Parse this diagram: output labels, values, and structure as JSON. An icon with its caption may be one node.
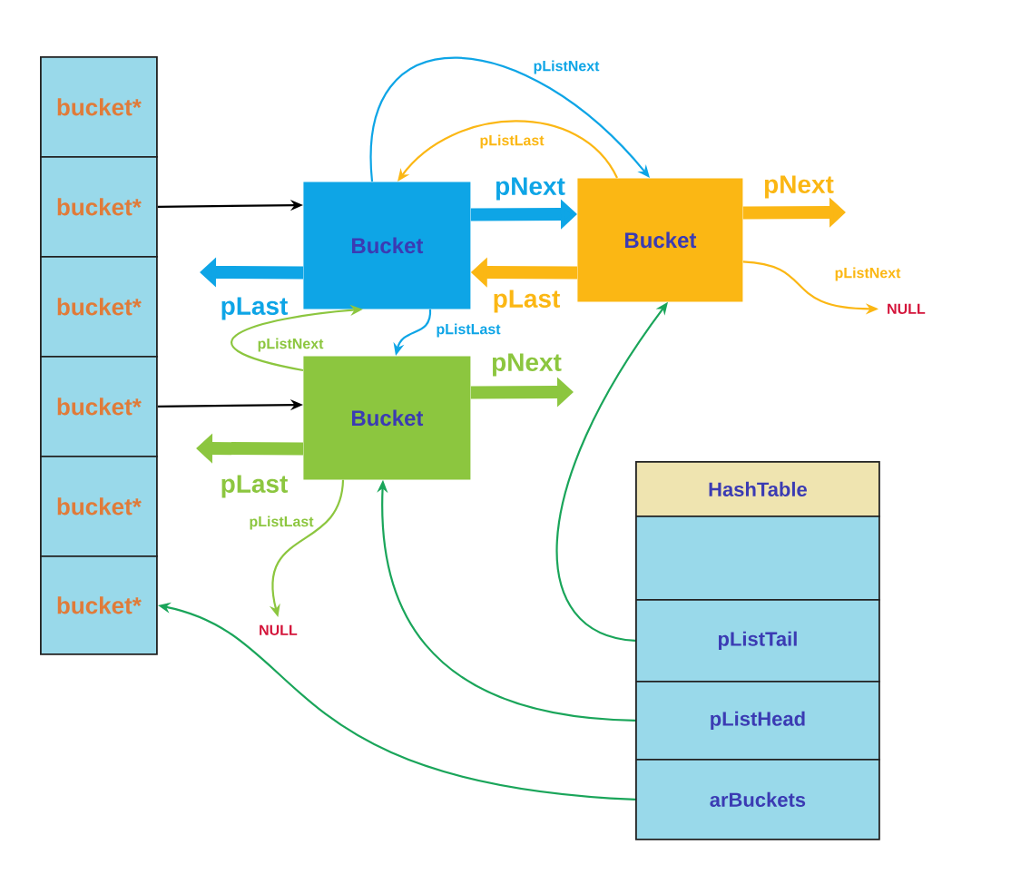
{
  "diagram": {
    "nodes": [
      {
        "text": [
          "bucket*"
        ]
      },
      {
        "text": [
          "bucket*"
        ]
      },
      {
        "text": [
          "bucket*"
        ]
      },
      {
        "text": [
          "bucket*"
        ]
      },
      {
        "text": [
          "bucket*"
        ]
      },
      {
        "text": [
          "bucket*"
        ]
      },
      {
        "text": [
          "Bucket"
        ]
      },
      {
        "text": [
          "Bucket"
        ]
      },
      {
        "text": [
          "Bucket"
        ]
      },
      {
        "text": [
          "NULL"
        ]
      },
      {
        "text": [
          "NULL"
        ]
      },
      {
        "text": [
          "HashTable"
        ]
      },
      {
        "text": [],
        "shape": "box"
      },
      {
        "text": [
          "pListTail"
        ]
      },
      {
        "text": [
          "pListHead"
        ]
      },
      {
        "text": [
          "arBuckets"
        ]
      }
    ],
    "edges": [
      {
        "from": 1,
        "to": 6,
        "arrow": "to",
        "color": "#000000"
      },
      {
        "from": 3,
        "to": 8,
        "arrow": "to",
        "color": "#000000"
      },
      {
        "from": 6,
        "to": 7,
        "arrow": "to",
        "label": "pNext",
        "style": "thick",
        "color": "#0ea5e6"
      },
      {
        "from": 7,
        "to": 6,
        "arrow": "to",
        "label": "pLast",
        "style": "thick",
        "color": "#fbb714"
      },
      {
        "from": 6,
        "to": null,
        "arrow": "to",
        "label": "pLast",
        "style": "thick",
        "color": "#0ea5e6"
      },
      {
        "from": 7,
        "to": null,
        "arrow": "to",
        "label": "pNext",
        "style": "thick",
        "color": "#fbb714"
      },
      {
        "from": 8,
        "to": null,
        "arrow": "to",
        "label": "pNext",
        "style": "thick",
        "color": "#8cc63f"
      },
      {
        "from": 8,
        "to": null,
        "arrow": "to",
        "label": "pLast",
        "style": "thick",
        "color": "#8cc63f"
      },
      {
        "from": 6,
        "to": 7,
        "arrow": "to",
        "label": "pListNext",
        "color": "#0ea5e6"
      },
      {
        "from": 7,
        "to": 6,
        "arrow": "to",
        "label": "pListLast",
        "color": "#fbb714"
      },
      {
        "from": 7,
        "to": 9,
        "arrow": "to",
        "label": "pListNext",
        "color": "#fbb714"
      },
      {
        "from": 6,
        "to": 8,
        "arrow": "to",
        "label": "pListLast",
        "color": "#0ea5e6"
      },
      {
        "from": 8,
        "to": 6,
        "arrow": "to",
        "label": "pListNext",
        "color": "#8cc63f"
      },
      {
        "from": 8,
        "to": 10,
        "arrow": "to",
        "label": "pListLast",
        "color": "#8cc63f"
      },
      {
        "from": 13,
        "to": 7,
        "arrow": "to",
        "color": "#1aa55a"
      },
      {
        "from": 14,
        "to": 8,
        "arrow": "to",
        "color": "#1aa55a"
      },
      {
        "from": 15,
        "to": 5,
        "arrow": "to",
        "color": "#1aa55a"
      }
    ]
  }
}
